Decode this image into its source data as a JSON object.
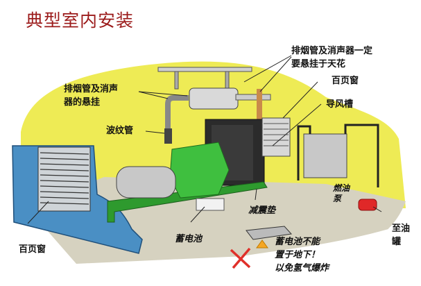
{
  "title": "典型室内安装",
  "colors": {
    "title": "#9b1a1a",
    "wall_yellow": "#f2f04a",
    "floor": "#d8d4c4",
    "wall_blue": "#4a8fc4",
    "engine_green": "#3fbf3f",
    "frame_green": "#2e9a2e",
    "radiator_dark": "#2a2a2a",
    "pump_red": "#e02828",
    "x_mark": "#e0302a",
    "warning": "#f5a623"
  },
  "labels": {
    "exhaust_ceiling_line1": "排烟管及消声器一定",
    "exhaust_ceiling_line2": "要悬挂于天花",
    "louver_top": "百页窗",
    "air_duct": "导风槽",
    "exhaust_hanging_line1": "排烟管及消声",
    "exhaust_hanging_line2": "器的悬挂",
    "bellows": "波纹管",
    "fuel_pump_line1": "燃油",
    "fuel_pump_line2": "泵",
    "to_oil_tank_line1": "至油",
    "to_oil_tank_line2": "罐",
    "anti_vibration_pad": "减震垫",
    "battery": "蓄电池",
    "louver_left": "百页窗",
    "battery_warning_line1": "蓄电池不能",
    "battery_warning_line2": "置于地下！",
    "battery_warning_line3": "以免氢气爆炸"
  }
}
